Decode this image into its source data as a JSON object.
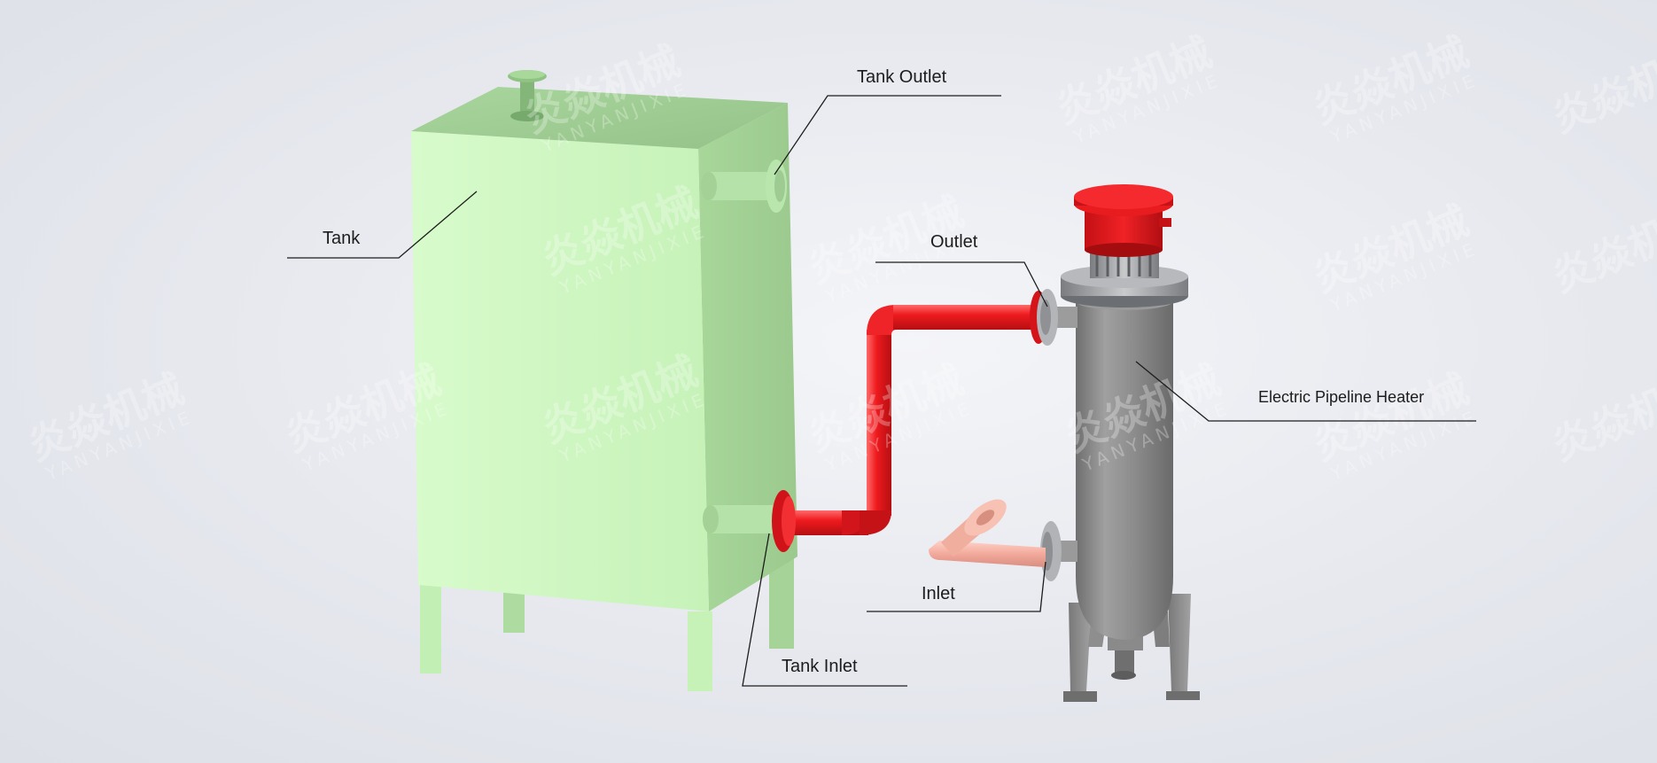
{
  "labels": {
    "tank": "Tank",
    "tank_outlet": "Tank Outlet",
    "tank_inlet": "Tank Inlet",
    "outlet": "Outlet",
    "inlet": "Inlet",
    "heater": "Electric Pipeline Heater"
  },
  "watermark": {
    "text_cn": "炎焱机械",
    "text_en": "YANYANJIXIE"
  },
  "colors": {
    "tank": "#ccf5c0",
    "pipe": "#e8161a",
    "heater_body": "#8f8f8f",
    "leader_line": "#1c1c1c"
  }
}
